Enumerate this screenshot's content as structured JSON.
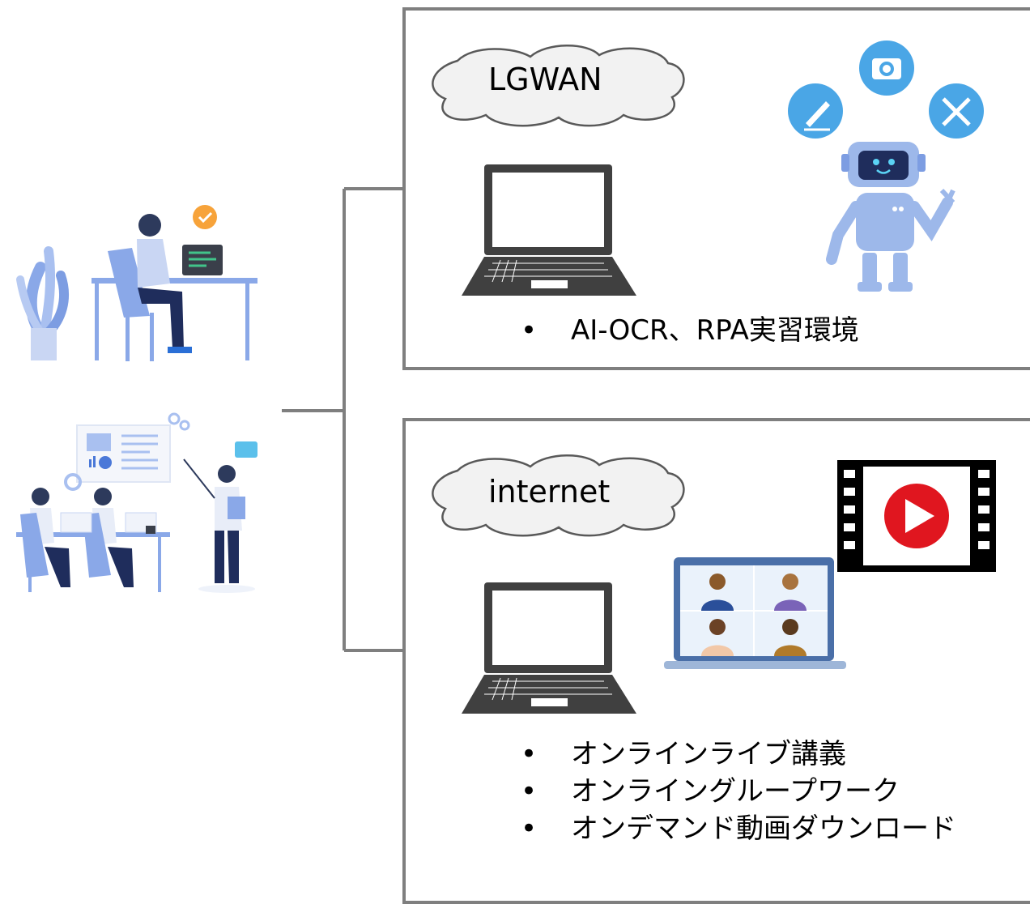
{
  "panels": [
    {
      "network": "LGWAN",
      "bullets": [
        "AI-OCR、RPA実習環境"
      ]
    },
    {
      "network": "internet",
      "bullets": [
        "オンラインライブ講義",
        "オンライングループワーク",
        "オンデマンド動画ダウンロード"
      ]
    }
  ],
  "bullet_char": "•",
  "colors": {
    "frame": "#7f7f7f",
    "connector": "#7f7f7f",
    "cloud_fill": "#f2f2f2",
    "cloud_stroke": "#595959",
    "laptop": "#404040",
    "robot_body": "#9db8ea",
    "robot_icon": "#4aa6e6",
    "play_red": "#e0161f",
    "illustration_blue": "#8aa8e8"
  },
  "icons": [
    "laptop-icon",
    "robot-icon",
    "pencil-icon",
    "camera-icon",
    "tools-icon",
    "video-film-icon",
    "video-conference-icon",
    "person-at-desk-illustration",
    "classroom-illustration"
  ]
}
